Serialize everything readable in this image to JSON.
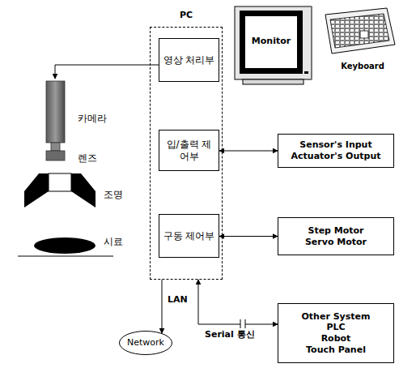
{
  "diagram": {
    "nodes": [
      {
        "text": [
          "PC"
        ]
      },
      {
        "text": [
          "영상 처리부"
        ],
        "in": 0
      },
      {
        "text": [
          "입/출력 제어부"
        ],
        "in": 0
      },
      {
        "text": [
          "구동 제어부"
        ],
        "in": 0
      },
      {
        "text": [
          "Sensor's Input",
          "Actuator's Output"
        ]
      },
      {
        "text": [
          "Step Motor",
          "Servo Motor"
        ]
      },
      {
        "text": [
          "Network"
        ]
      },
      {
        "text": [
          "Other System",
          "PLC",
          "Robot",
          "Touch Panel"
        ]
      }
    ],
    "edges": [
      {
        "from": 2,
        "to": 4,
        "arrow": "both"
      },
      {
        "from": 3,
        "to": 5,
        "arrow": "both"
      },
      {
        "from": 0,
        "to": 6,
        "arrow": "to",
        "label": "LAN"
      },
      {
        "from": 0,
        "to": 7,
        "arrow": "both",
        "label": "Serial 통신"
      }
    ],
    "labels": [
      "Monitor",
      "Keyboard",
      "카메라",
      "렌즈",
      "조명",
      "시료"
    ]
  }
}
